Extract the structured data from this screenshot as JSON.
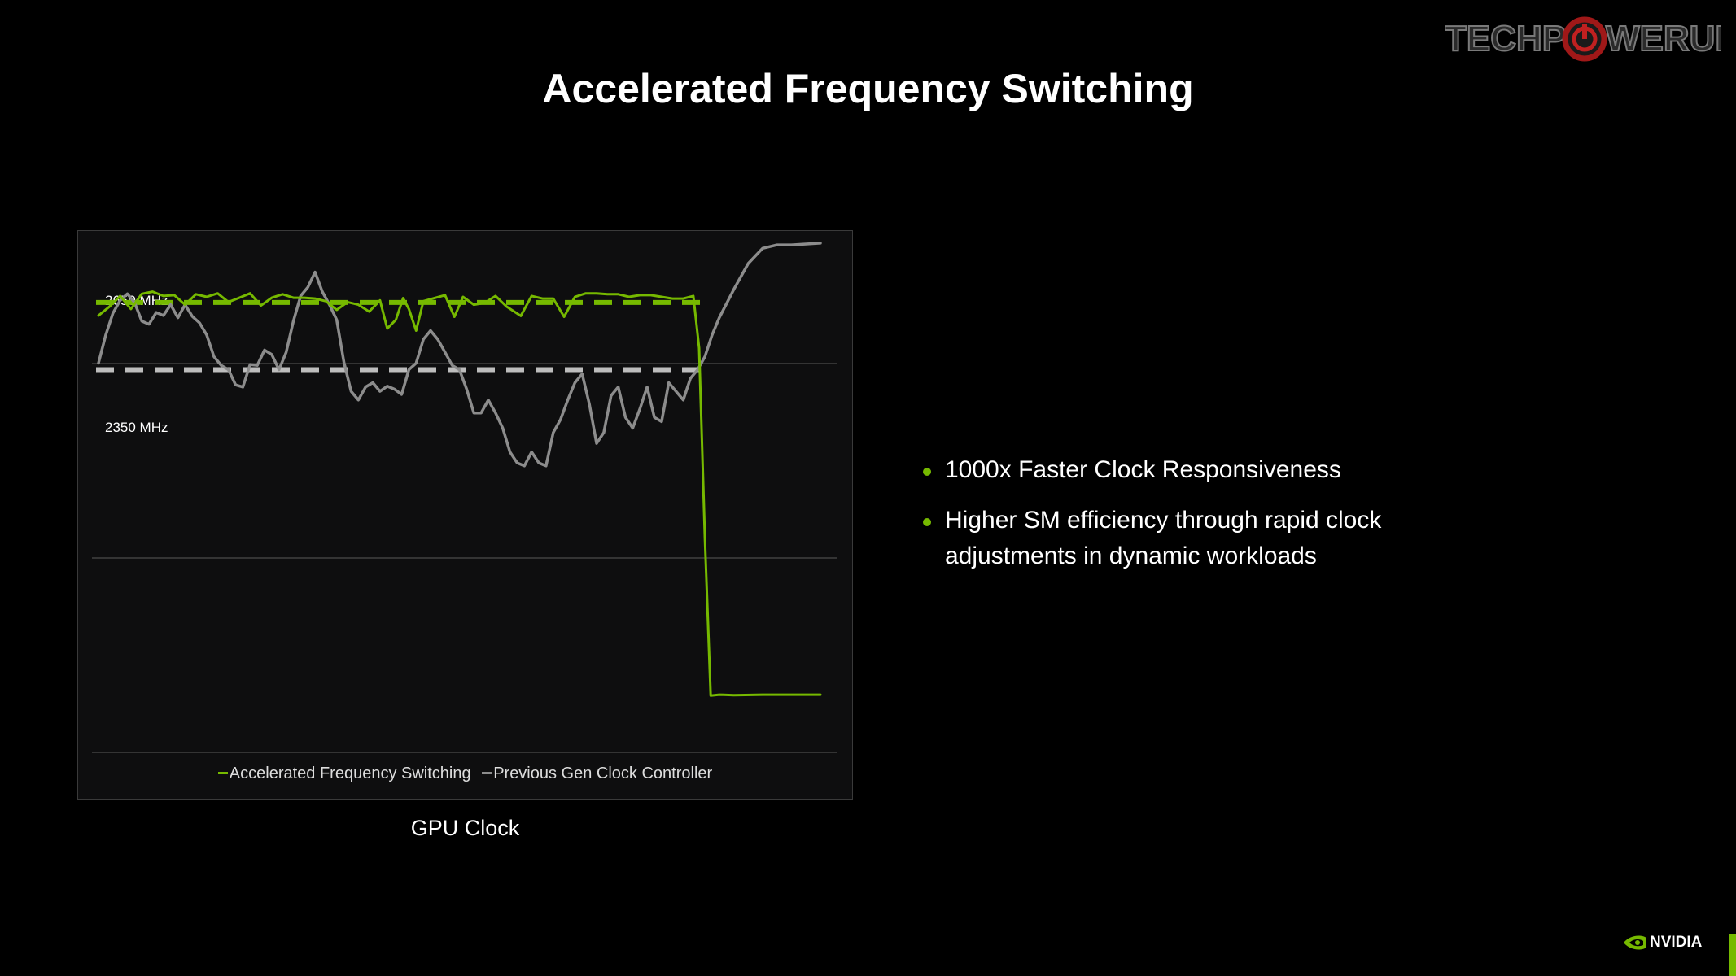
{
  "slide": {
    "title": "Accelerated Frequency Switching",
    "bullets": [
      "1000x Faster Clock Responsiveness",
      "Higher SM efficiency through rapid clock adjustments in dynamic workloads"
    ],
    "caption": "GPU Clock",
    "accent_color": "#76b900"
  },
  "watermark": {
    "text": "TECHPOWERUP",
    "icon": "power-button-icon"
  },
  "brand": {
    "name": "NVIDIA",
    "icon": "nvidia-eye-icon"
  },
  "chart_data": {
    "type": "line",
    "title": "GPU Clock",
    "xlabel": "",
    "ylabel": "",
    "x_range": [
      0,
      100
    ],
    "ylim": [
      1450,
      2760
    ],
    "grid": "horizontal",
    "legend_position": "bottom-center",
    "annotations": [
      {
        "label": "2650 MHz",
        "value": 2650
      },
      {
        "label": "2350 MHz",
        "value": 2350
      }
    ],
    "reference_lines": [
      {
        "series": "Accelerated Frequency Switching",
        "value": 2595,
        "x_end": 83.4,
        "style": "dashed"
      },
      {
        "series": "Previous Gen Clock Controller",
        "value": 2440,
        "x_end": 83.4,
        "style": "dashed"
      }
    ],
    "series": [
      {
        "name": "Accelerated Frequency Switching",
        "color": "#76b900",
        "points": [
          [
            0,
            2565
          ],
          [
            1.5,
            2585
          ],
          [
            3,
            2610
          ],
          [
            4.5,
            2580
          ],
          [
            6,
            2615
          ],
          [
            7.5,
            2620
          ],
          [
            9,
            2610
          ],
          [
            10.5,
            2612
          ],
          [
            12,
            2590
          ],
          [
            13.5,
            2614
          ],
          [
            15,
            2608
          ],
          [
            16.5,
            2616
          ],
          [
            18,
            2596
          ],
          [
            19.5,
            2606
          ],
          [
            21,
            2616
          ],
          [
            22.5,
            2588
          ],
          [
            24,
            2606
          ],
          [
            25.5,
            2614
          ],
          [
            27,
            2606
          ],
          [
            28.5,
            2606
          ],
          [
            30,
            2604
          ],
          [
            31.5,
            2598
          ],
          [
            33,
            2578
          ],
          [
            34.5,
            2596
          ],
          [
            36,
            2590
          ],
          [
            37.5,
            2574
          ],
          [
            39,
            2600
          ],
          [
            40,
            2535
          ],
          [
            41.2,
            2555
          ],
          [
            42.2,
            2605
          ],
          [
            43,
            2580
          ],
          [
            44,
            2530
          ],
          [
            45,
            2598
          ],
          [
            46.5,
            2605
          ],
          [
            48,
            2612
          ],
          [
            49.3,
            2562
          ],
          [
            50.5,
            2608
          ],
          [
            52,
            2590
          ],
          [
            53.5,
            2594
          ],
          [
            55,
            2610
          ],
          [
            56.5,
            2586
          ],
          [
            58.5,
            2564
          ],
          [
            60,
            2610
          ],
          [
            61.5,
            2604
          ],
          [
            63,
            2604
          ],
          [
            64.5,
            2562
          ],
          [
            66,
            2608
          ],
          [
            67.5,
            2616
          ],
          [
            69,
            2616
          ],
          [
            70.5,
            2614
          ],
          [
            72,
            2614
          ],
          [
            73.5,
            2608
          ],
          [
            75,
            2612
          ],
          [
            76.5,
            2612
          ],
          [
            78,
            2608
          ],
          [
            79.5,
            2604
          ],
          [
            81,
            2604
          ],
          [
            82.4,
            2610
          ],
          [
            83.2,
            2490
          ],
          [
            84,
            2050
          ],
          [
            84.8,
            1688
          ],
          [
            86,
            1690
          ],
          [
            88,
            1689
          ],
          [
            92,
            1690
          ],
          [
            96,
            1690
          ],
          [
            100,
            1690
          ]
        ]
      },
      {
        "name": "Previous Gen Clock Controller",
        "color": "#8c8c8c",
        "points": [
          [
            0,
            2455
          ],
          [
            1,
            2520
          ],
          [
            2,
            2570
          ],
          [
            3,
            2600
          ],
          [
            4,
            2615
          ],
          [
            5,
            2595
          ],
          [
            6,
            2552
          ],
          [
            7,
            2545
          ],
          [
            8,
            2572
          ],
          [
            9,
            2565
          ],
          [
            10,
            2590
          ],
          [
            11,
            2560
          ],
          [
            12,
            2590
          ],
          [
            13,
            2563
          ],
          [
            14,
            2548
          ],
          [
            15,
            2520
          ],
          [
            16,
            2470
          ],
          [
            17,
            2450
          ],
          [
            18,
            2440
          ],
          [
            19,
            2405
          ],
          [
            20,
            2400
          ],
          [
            21,
            2452
          ],
          [
            22,
            2450
          ],
          [
            23,
            2485
          ],
          [
            24,
            2475
          ],
          [
            25,
            2440
          ],
          [
            26,
            2480
          ],
          [
            27,
            2552
          ],
          [
            28,
            2610
          ],
          [
            29,
            2630
          ],
          [
            30,
            2665
          ],
          [
            31,
            2620
          ],
          [
            32,
            2590
          ],
          [
            33,
            2555
          ],
          [
            34,
            2457
          ],
          [
            35,
            2390
          ],
          [
            36,
            2370
          ],
          [
            37,
            2400
          ],
          [
            38,
            2410
          ],
          [
            39,
            2390
          ],
          [
            40,
            2402
          ],
          [
            41,
            2395
          ],
          [
            42,
            2383
          ],
          [
            43,
            2440
          ],
          [
            44,
            2455
          ],
          [
            45,
            2510
          ],
          [
            46,
            2530
          ],
          [
            47,
            2510
          ],
          [
            48,
            2480
          ],
          [
            49,
            2450
          ],
          [
            50,
            2440
          ],
          [
            51,
            2395
          ],
          [
            52,
            2340
          ],
          [
            53,
            2340
          ],
          [
            54,
            2370
          ],
          [
            55,
            2340
          ],
          [
            56,
            2305
          ],
          [
            57,
            2250
          ],
          [
            58,
            2225
          ],
          [
            59,
            2218
          ],
          [
            60,
            2250
          ],
          [
            61,
            2225
          ],
          [
            62,
            2218
          ],
          [
            63,
            2295
          ],
          [
            64,
            2325
          ],
          [
            65,
            2370
          ],
          [
            66,
            2410
          ],
          [
            67,
            2430
          ],
          [
            68,
            2360
          ],
          [
            69,
            2270
          ],
          [
            70,
            2295
          ],
          [
            71,
            2380
          ],
          [
            72,
            2400
          ],
          [
            73,
            2330
          ],
          [
            74,
            2305
          ],
          [
            75,
            2350
          ],
          [
            76,
            2400
          ],
          [
            77,
            2330
          ],
          [
            78,
            2320
          ],
          [
            79,
            2410
          ],
          [
            80,
            2390
          ],
          [
            81,
            2370
          ],
          [
            82,
            2420
          ],
          [
            83,
            2440
          ],
          [
            84,
            2470
          ],
          [
            85,
            2520
          ],
          [
            86,
            2560
          ],
          [
            88,
            2625
          ],
          [
            90,
            2685
          ],
          [
            92,
            2720
          ],
          [
            94,
            2728
          ],
          [
            96,
            2728
          ],
          [
            98,
            2730
          ],
          [
            100,
            2732
          ]
        ]
      }
    ]
  }
}
